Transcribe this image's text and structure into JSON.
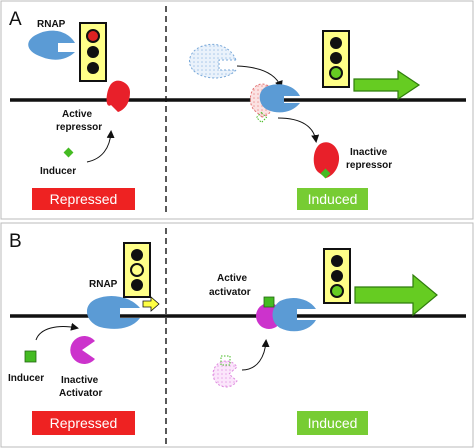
{
  "panels": {
    "a": {
      "letter": "A",
      "rnap_label": "RNAP",
      "active_repressor_label_line1": "Active",
      "active_repressor_label_line2": "repressor",
      "inducer_label": "Inducer",
      "inactive_repressor_label_line1": "Inactive",
      "inactive_repressor_label_line2": "repressor",
      "left_state": "Repressed",
      "right_state": "Induced"
    },
    "b": {
      "letter": "B",
      "rnap_label": "RNAP",
      "inducer_label": "Inducer",
      "inactive_activator_label_line1": "Inactive",
      "inactive_activator_label_line2": "Activator",
      "active_activator_label_line1": "Active",
      "active_activator_label_line2": "activator",
      "left_state": "Repressed",
      "right_state": "Induced"
    }
  },
  "colors": {
    "rnap": "#5b9bd5",
    "repressor": "#e8202a",
    "activator": "#cc33cc",
    "inducer": "#44bb22",
    "repressed_box": "#ee2222",
    "induced_box": "#77cc33",
    "arrow_green": "#66cc22",
    "light_yellow": "#ffff88",
    "light_red": "#dd2222",
    "light_green": "#66cc22"
  },
  "icons": {
    "traffic_light": "traffic-light-icon",
    "transcription_arrow": "transcription-arrow-icon"
  }
}
